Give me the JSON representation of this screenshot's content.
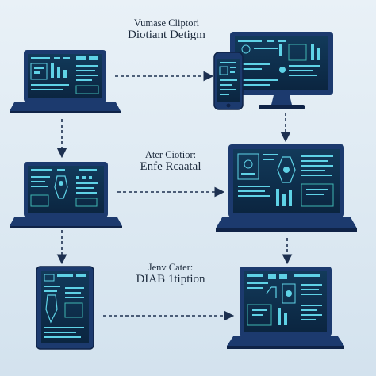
{
  "captions": {
    "top": {
      "line1": "Vumase Cliptori",
      "line2": "Diotiant Detigm"
    },
    "middle": {
      "line1": "Ater Ciotior:",
      "line2": "Enfe Rcaatal"
    },
    "bottom": {
      "line1": "Jenv Cater:",
      "line2": "DIAB 1tiption"
    }
  },
  "devices": [
    "laptop-top-left",
    "monitor-top-right",
    "phone-top-right",
    "laptop-middle-left",
    "laptop-middle-right",
    "tablet-bottom-left",
    "laptop-bottom-right"
  ],
  "colors": {
    "background": "#e3edf5",
    "device_body": "#1c3a6e",
    "device_dark": "#0f2347",
    "screen": "#0d2c46",
    "accent_cyan": "#5fd2e6",
    "accent_teal": "#3fb6b2",
    "arrow": "#1d3050"
  }
}
